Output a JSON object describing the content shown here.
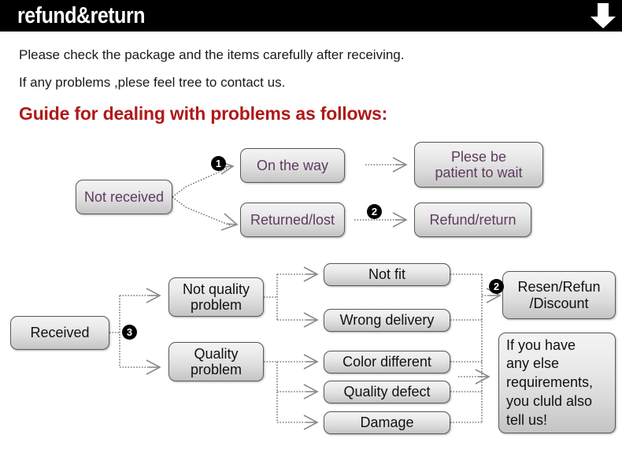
{
  "header": {
    "title": "refund&return",
    "arrow_icon": "down-arrow-icon"
  },
  "intro": {
    "line1": "Please check the package and the items carefully after receiving.",
    "line2": "If any problems ,plese feel tree to contact us.",
    "guide_heading": "Guide for dealing with problems as follows:"
  },
  "colors": {
    "header_bg": "#000000",
    "header_text": "#ffffff",
    "guide_heading": "#b01818",
    "box_text_purple": "#5f3a60",
    "box_text_black": "#111111",
    "box_border": "#595959",
    "connector": "#7a7a7a"
  },
  "flow_not_received": {
    "badges": [
      {
        "number": "❶",
        "label": "1"
      },
      {
        "number": "❷",
        "label": "2"
      }
    ],
    "nodes": {
      "not_received": "Not received",
      "on_the_way": "On the way",
      "returned_lost": "Returned/lost",
      "plese_be_patient": "Plese be\npatient to wait",
      "plese_be_patient_l1": "Plese be",
      "plese_be_patient_l2": "patient to wait",
      "refund_return": "Refund/return"
    }
  },
  "flow_received": {
    "badges": [
      {
        "number": "❸",
        "label": "3"
      },
      {
        "number": "❷",
        "label": "2"
      }
    ],
    "nodes": {
      "received": "Received",
      "not_quality_problem_l1": "Not quality",
      "not_quality_problem_l2": "problem",
      "quality_problem_l1": "Quality",
      "quality_problem_l2": "problem",
      "not_fit": "Not fit",
      "wrong_delivery": "Wrong delivery",
      "color_different": "Color different",
      "quality_defect": "Quality defect",
      "damage": "Damage",
      "resend_refund_l1": "Resen/Refun",
      "resend_refund_l2": "/Discount",
      "any_else_l1": "If you have",
      "any_else_l2": "any else",
      "any_else_l3": "requirements,",
      "any_else_l4": "you cluld also",
      "any_else_l5": "tell us!"
    }
  }
}
